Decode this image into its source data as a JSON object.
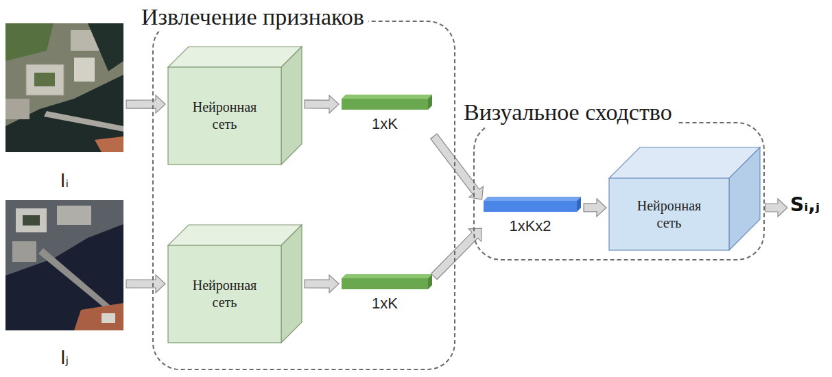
{
  "diagram": {
    "nodes": [
      {
        "text": [
          "Извлечение признаков"
        ]
      },
      {
        "text": [
          "Iᵢ"
        ]
      },
      {
        "text": [
          "Нейронная сеть"
        ],
        "in": 0
      },
      {
        "text": [
          "1xK"
        ],
        "in": 0
      },
      {
        "text": [
          "Iⱼ"
        ]
      },
      {
        "text": [
          "Нейронная сеть"
        ],
        "in": 0
      },
      {
        "text": [
          "1xK"
        ],
        "in": 0
      },
      {
        "text": [
          "Визуальное сходство"
        ]
      },
      {
        "text": [
          "1xKx2"
        ],
        "in": 7
      },
      {
        "text": [
          "Нейронная сеть"
        ],
        "in": 7
      }
    ],
    "edges": [
      {
        "from": 1,
        "to": 2,
        "arrow": "to"
      },
      {
        "from": 2,
        "to": 3,
        "arrow": "to"
      },
      {
        "from": 4,
        "to": 5,
        "arrow": "to"
      },
      {
        "from": 5,
        "to": 6,
        "arrow": "to"
      },
      {
        "from": 3,
        "to": 8,
        "arrow": "to"
      },
      {
        "from": 6,
        "to": 8,
        "arrow": "to"
      },
      {
        "from": 8,
        "to": 9,
        "arrow": "to"
      }
    ],
    "labels": [
      "Sᵢ,ⱼ"
    ]
  }
}
